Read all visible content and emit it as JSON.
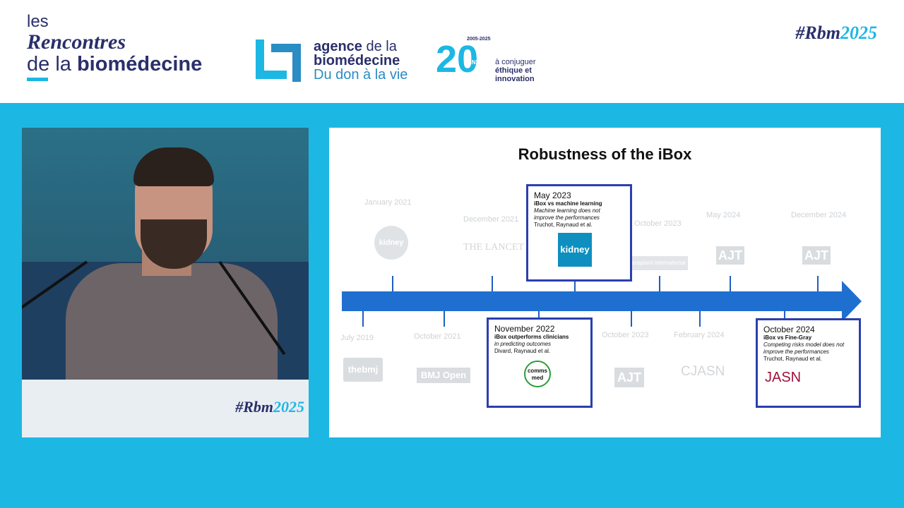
{
  "header": {
    "brand": {
      "les": "les",
      "rencontres": "Rencontres",
      "de_la": "de la",
      "bio": "biomédecine"
    },
    "agence": {
      "agence": "agence",
      "de_la": "de la",
      "biomedecine": "biomédecine",
      "tagline": "Du don à la vie"
    },
    "anniversary": {
      "years": "2005-2025",
      "number": "20",
      "ans": "ANS",
      "line1": "à conjuguer",
      "line2": "éthique et",
      "line3": "innovation"
    },
    "hashtag": {
      "prefix": "#Rbm",
      "year": "2025"
    }
  },
  "video": {
    "desk_hashtag_prefix": "#Rbm",
    "desk_hashtag_year": "2025"
  },
  "slide": {
    "title": "Robustness of the iBox",
    "colors": {
      "arrow": "#1f6fd1",
      "box_border": "#2b3fae",
      "jasn": "#a0123b",
      "comms": "#2a9d3a"
    },
    "box_may2023": {
      "date": "May 2023",
      "topic": "iBox vs machine learning",
      "desc1": "Machine learning does not",
      "desc2": "improve the performances",
      "authors": "Truchot, Raynaud et al.",
      "journal": "kidney"
    },
    "box_nov2022": {
      "date": "November 2022",
      "topic": "iBox outperforms clinicians",
      "desc": "in predicting outcomes",
      "authors": "Divard, Raynaud et al.",
      "journal1": "comms",
      "journal2": "med"
    },
    "box_oct2024": {
      "date": "October 2024",
      "topic": "iBox vs Fine-Gray",
      "desc1": "Competing risks model does not",
      "desc2": "improve the performances",
      "authors": "Truchot, Raynaud et al.",
      "journal": "JASN"
    },
    "faded_top": [
      {
        "date": "January 2021",
        "journal": "kidney"
      },
      {
        "date": "December 2021",
        "journal": "THE LANCET"
      },
      {
        "date": "October 2023",
        "journal": "Transplant International"
      },
      {
        "date": "May 2024",
        "journal": "AJT"
      },
      {
        "date": "December 2024",
        "journal": "AJT"
      }
    ],
    "faded_bottom": [
      {
        "date": "July 2019",
        "journal": "thebmj"
      },
      {
        "date": "October 2021",
        "journal": "BMJ Open"
      },
      {
        "date": "October 2023",
        "journal": "AJT"
      },
      {
        "date": "February 2024",
        "journal": "CJASN"
      }
    ]
  }
}
